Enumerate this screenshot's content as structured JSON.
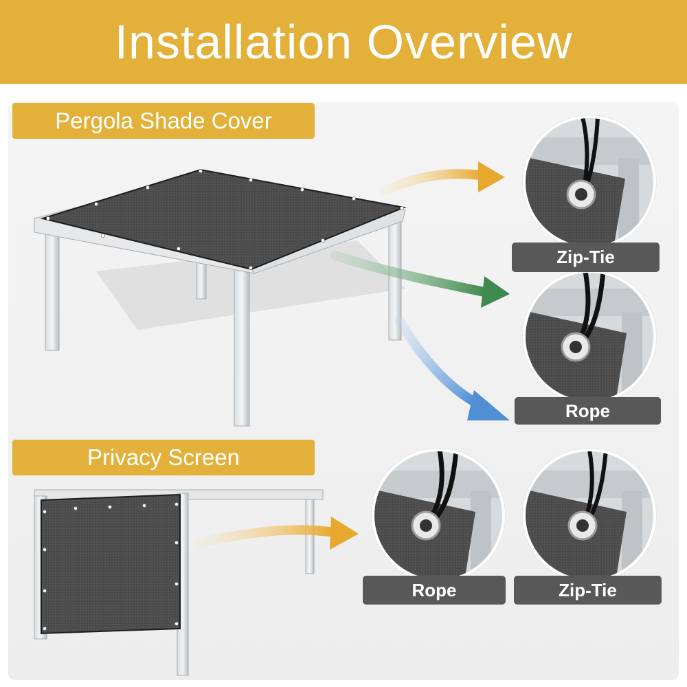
{
  "header": {
    "title": "Installation Overview"
  },
  "sections": {
    "pergola": {
      "label": "Pergola Shade Cover"
    },
    "privacy": {
      "label": "Privacy Screen"
    }
  },
  "methods": [
    {
      "label": "Zip-Tie"
    },
    {
      "label": "Rope"
    },
    {
      "label": "Rope"
    },
    {
      "label": "Zip-Tie"
    }
  ],
  "colors": {
    "accent": "#e3b03a",
    "label_bg": "#585858",
    "arrow_gold": "#e8a82e",
    "arrow_green": "#3f8a4e",
    "arrow_blue": "#4f8fd4",
    "shade_cloth": "#4a4a4a"
  }
}
